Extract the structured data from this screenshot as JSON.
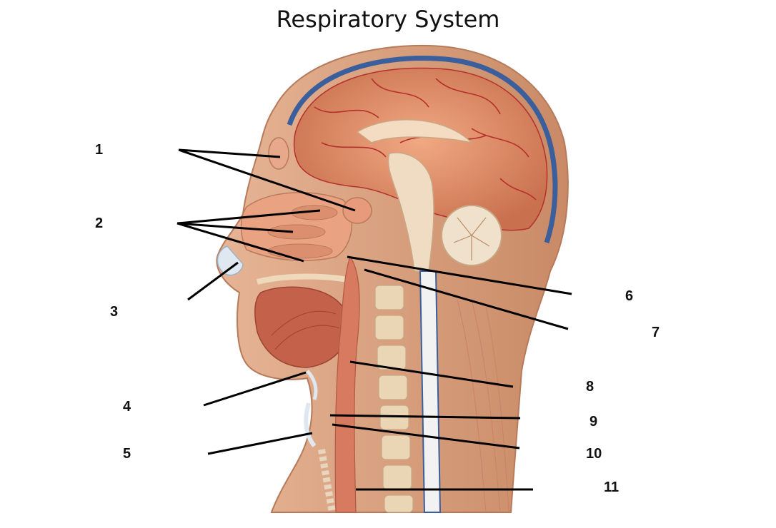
{
  "title": "Respiratory System",
  "labels": [
    "1",
    "2",
    "3",
    "4",
    "5",
    "6",
    "7",
    "8",
    "9",
    "10",
    "11"
  ],
  "colors": {
    "skin": "#d9a07e",
    "muscle": "#c4614a",
    "brain": "#d98a6a",
    "vessel": "#b5302a",
    "dura": "#3a5f9c",
    "bone": "#ead5b5",
    "cord": "#f2f2f2",
    "line": "#000000"
  }
}
